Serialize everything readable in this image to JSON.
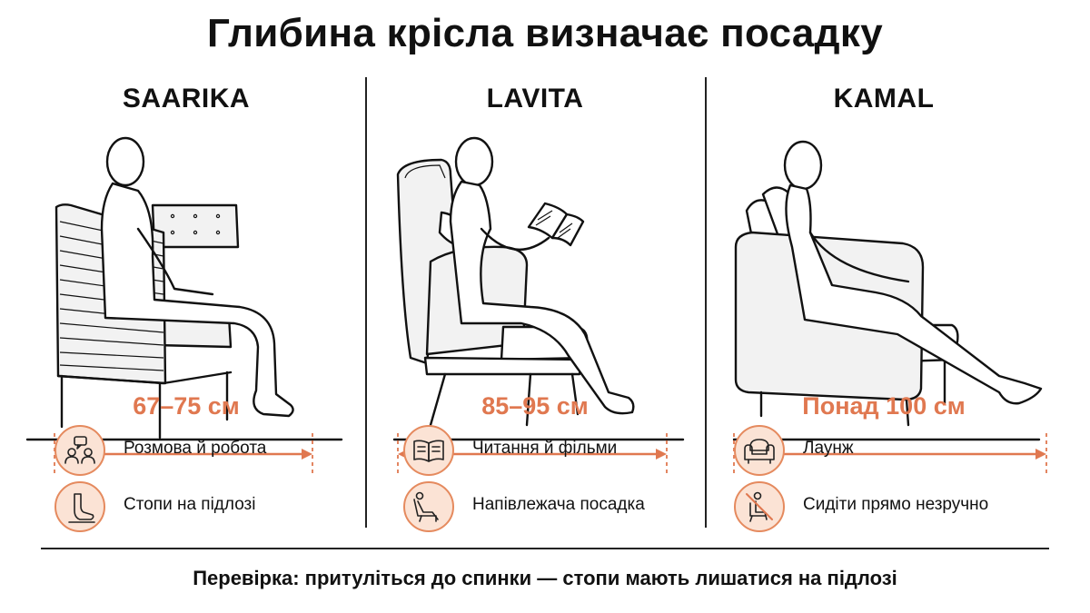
{
  "title": "Глибина крісла визначає посадку",
  "colors": {
    "accent": "#e07850",
    "icon_bg": "#fbe3d5",
    "ink": "#111111"
  },
  "columns": [
    {
      "name": "SAARIKA",
      "depth": "67–75 см",
      "features": [
        {
          "icon": "conversation-icon",
          "label": "Розмова й робота"
        },
        {
          "icon": "foot-icon",
          "label": "Стопи на підлозі"
        }
      ]
    },
    {
      "name": "LAVITA",
      "depth": "85–95 см",
      "features": [
        {
          "icon": "open-book-icon",
          "label": "Читання й фільми"
        },
        {
          "icon": "reclining-person-icon",
          "label": "Напівлежача посадка"
        }
      ]
    },
    {
      "name": "KAMAL",
      "depth": "Понад 100 см",
      "features": [
        {
          "icon": "armchair-icon",
          "label": "Лаунж"
        },
        {
          "icon": "no-upright-sitting-icon",
          "label": "Сидіти прямо незручно"
        }
      ]
    }
  ],
  "footer": "Перевірка: притуліться до спинки — стопи мають лишатися на підлозі"
}
